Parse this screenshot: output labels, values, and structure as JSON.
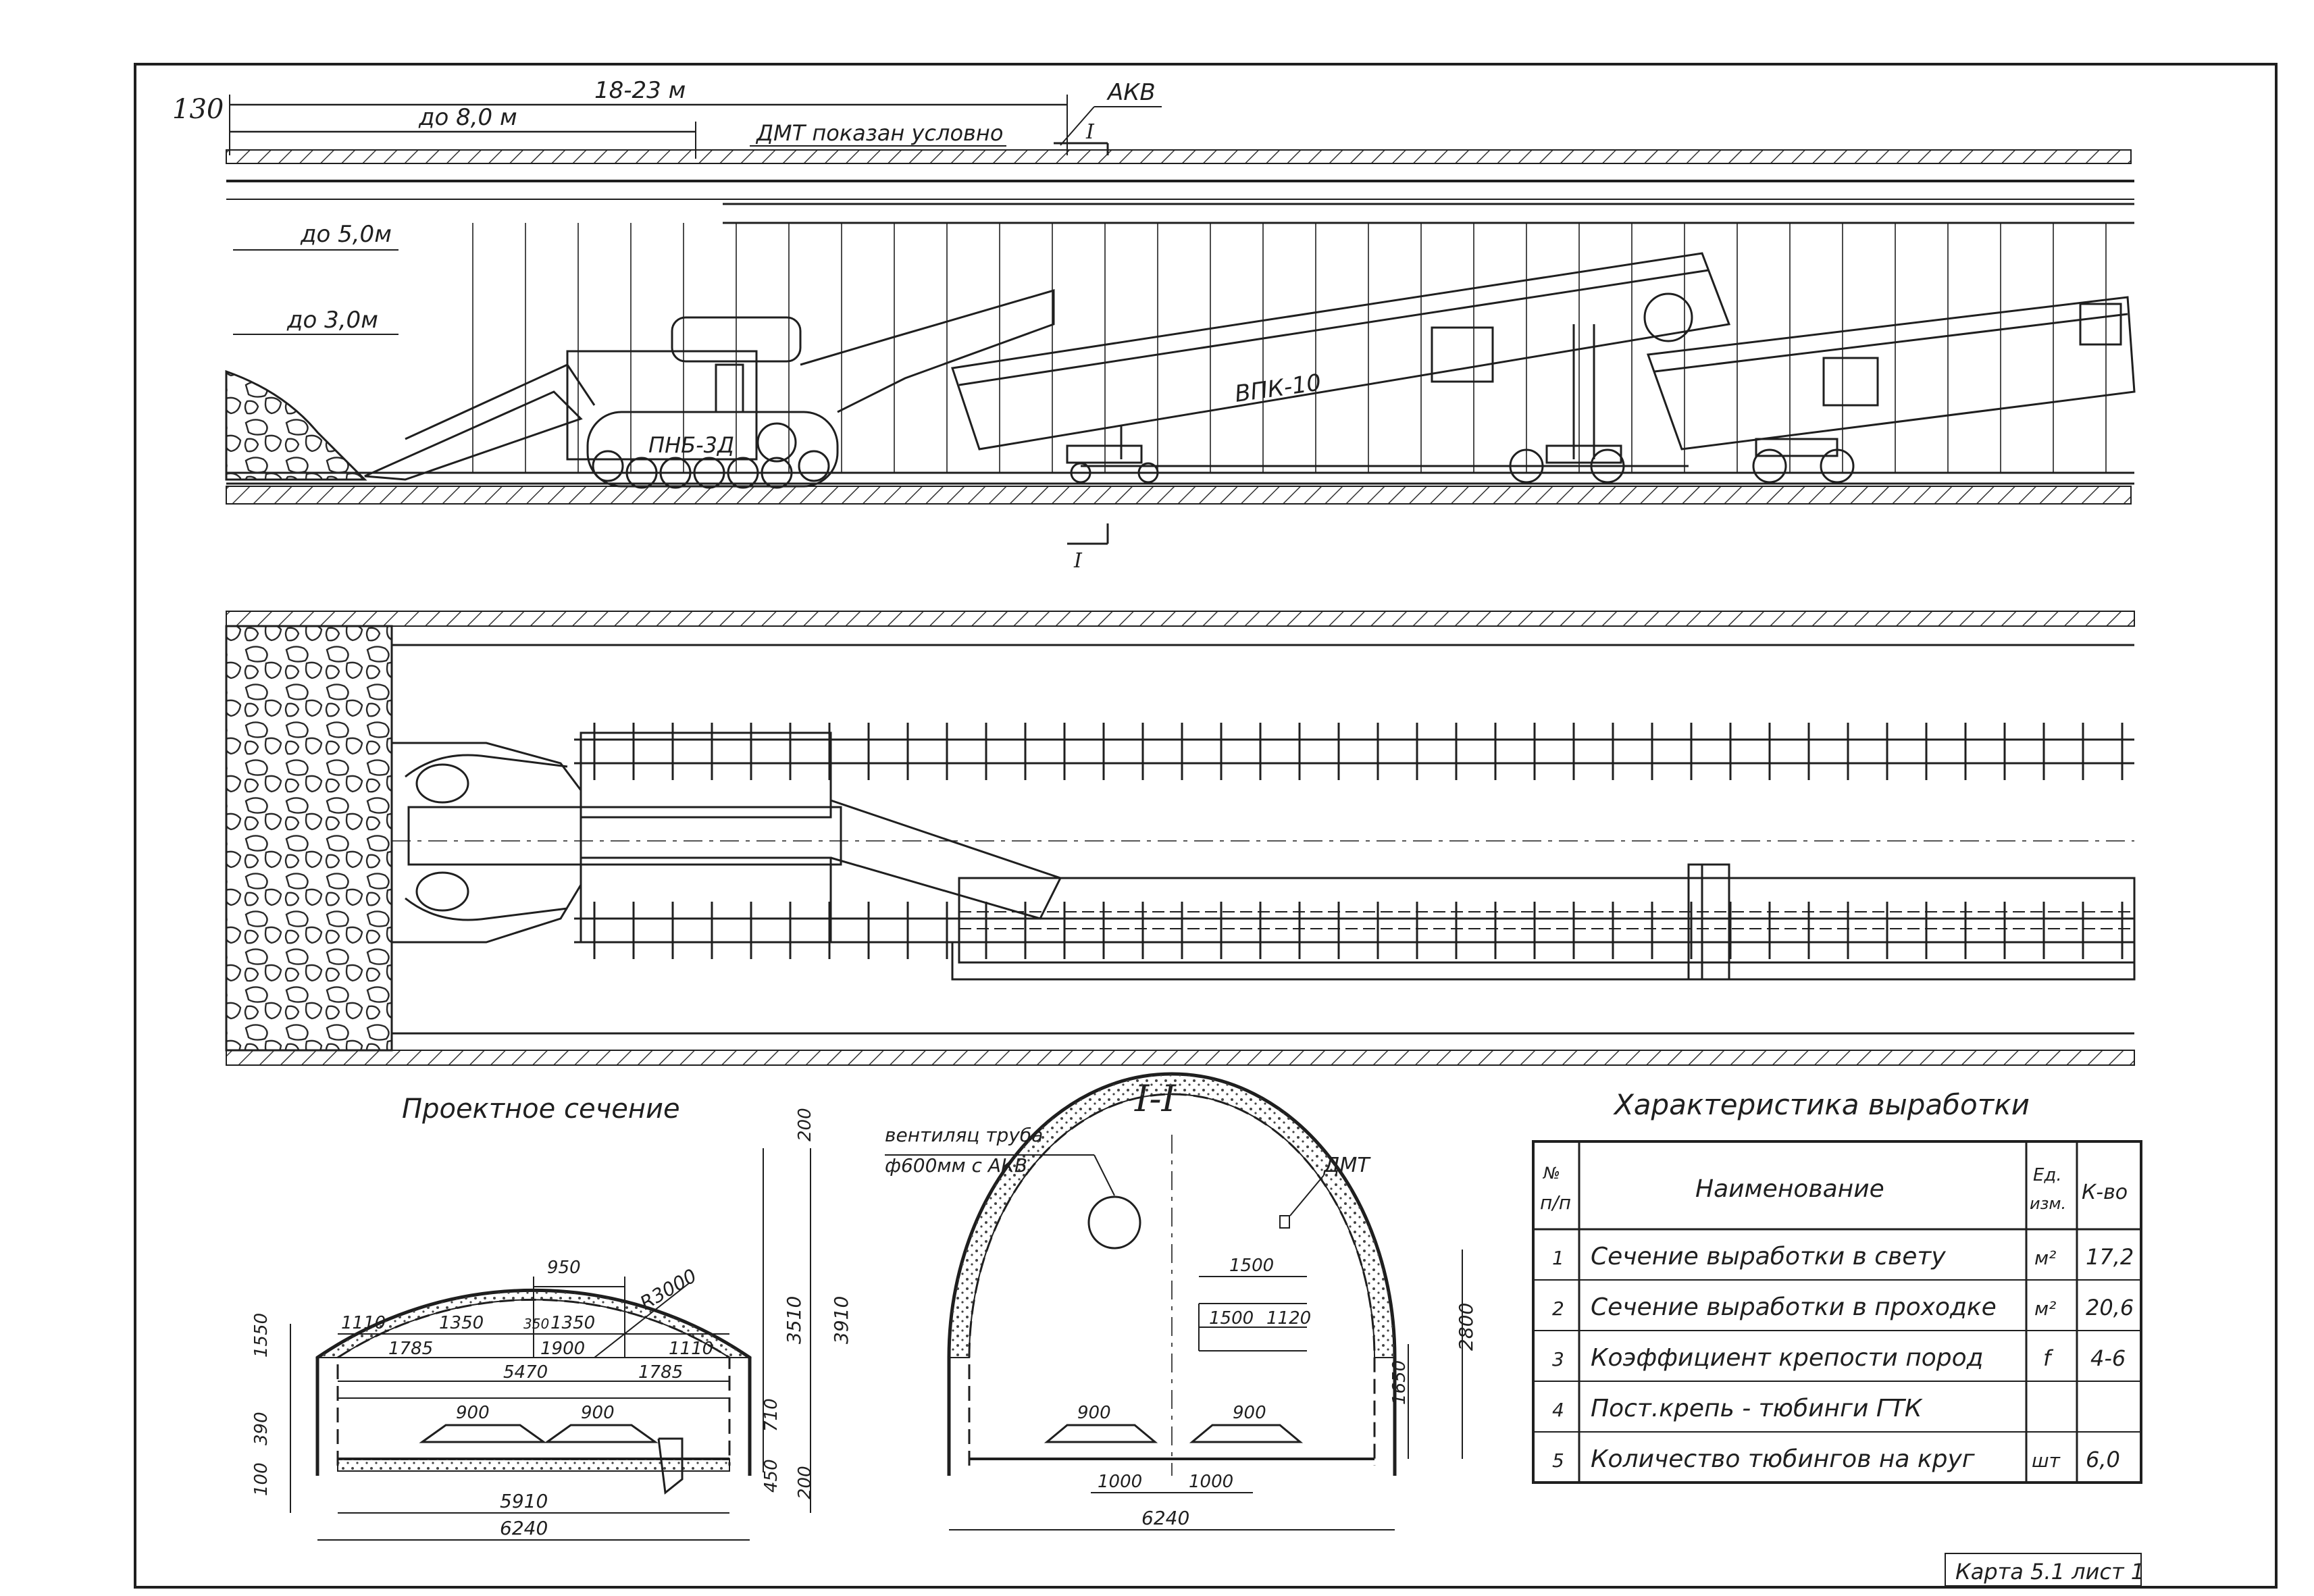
{
  "sheet": {
    "page_number": "130",
    "footer": "Карта 5.1 лист 1"
  },
  "longitudinal": {
    "dim_total": "18-23 м",
    "dim_front": "до 8,0 м",
    "dim_h5": "до 5,0м",
    "dim_h3": "до 3,0м",
    "note_dmt": "ДМТ показан условно",
    "label_akv": "АКВ",
    "section_mark": "I",
    "loader_label": "ПНБ-3Д",
    "conveyor_label": "ВПК-10"
  },
  "section": {
    "title": "I-I"
  },
  "design_section": {
    "title": "Проектное сечение",
    "dims": {
      "d950": "950",
      "d1110a": "1110",
      "d1350a": "1350",
      "d350": "350",
      "d1350b": "1350",
      "d1110b": "1110",
      "radius": "R3000",
      "d1785a": "1785",
      "d1900": "1900",
      "d1785b": "1785",
      "d5470": "5470",
      "d900a": "900",
      "d900b": "900",
      "d5910": "5910",
      "d6240": "6240",
      "d1550": "1550",
      "d390": "390",
      "d100": "100",
      "d200top": "200",
      "d3510": "3510",
      "d3910": "3910",
      "d710": "710",
      "d450": "450",
      "d200bot": "200"
    }
  },
  "section_ii": {
    "vent_line1": "вентиляц труба",
    "vent_line2": "ф600мм с АКВ",
    "label_dmt": "ДМТ",
    "dims": {
      "d1500a": "1500",
      "d1500b": "1500",
      "d1120": "1120",
      "d2800": "2800",
      "d1650": "1650",
      "d900a": "900",
      "d900b": "900",
      "d1000a": "1000",
      "d1000b": "1000",
      "d6240": "6240"
    }
  },
  "table": {
    "title": "Характеристика выработки",
    "headers": {
      "num_line1": "№",
      "num_line2": "п/п",
      "name": "Наименование",
      "unit_line1": "Ед.",
      "unit_line2": "изм.",
      "qty": "К-во"
    },
    "rows": [
      {
        "num": "1",
        "name": "Сечение выработки в свету",
        "unit": "м²",
        "qty": "17,2"
      },
      {
        "num": "2",
        "name": "Сечение выработки в проходке",
        "unit": "м²",
        "qty": "20,6"
      },
      {
        "num": "3",
        "name": "Коэффициент крепости пород",
        "unit": "f",
        "qty": "4-6"
      },
      {
        "num": "4",
        "name": "Пост.крепь - тюбинги ГТК",
        "unit": "",
        "qty": ""
      },
      {
        "num": "5",
        "name": "Количество тюбингов на круг",
        "unit": "шт",
        "qty": "6,0"
      }
    ]
  }
}
